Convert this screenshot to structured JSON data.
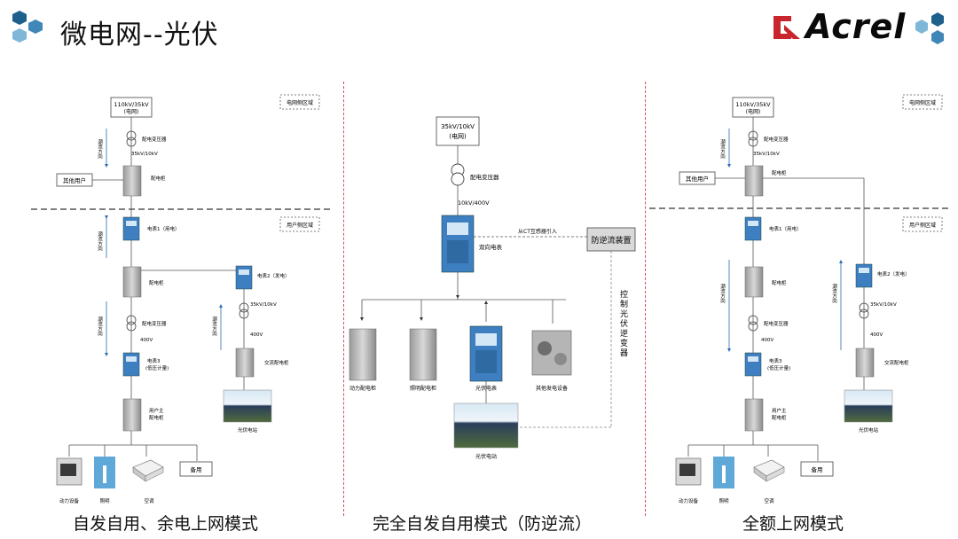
{
  "header": {
    "title": "微电网--光伏",
    "logo_text": "Acrel",
    "colors": {
      "hex_dark": "#1f5f8b",
      "hex_light": "#7fb7d9",
      "logo_red": "#c8262c"
    }
  },
  "panels": [
    {
      "mode_label": "自发自用、余电上网模式",
      "grid_voltage": "110kV/35kV",
      "grid_sub": "(电网)",
      "grid_zone": "电网侧区域",
      "user_zone": "用户侧区域",
      "transformer": "配电变压器",
      "v_35_10": "35kV/10kV",
      "cabinet": "配电柜",
      "other_user": "其他用户",
      "flow": "潮流方向",
      "meter1": "电表1（用电）",
      "meter2": "电表2（发电）",
      "v_400": "400V",
      "meter3": "电表3",
      "meter3_sub": "(低压计量)",
      "user_cabinet_1": "用户主",
      "user_cabinet_2": "配电柜",
      "ac_cabinet": "交流配电柜",
      "pv_station": "光伏电站",
      "device_power": "动力设备",
      "device_light": "照明",
      "device_ac": "空调",
      "device_spare": "备用"
    },
    {
      "mode_label": "完全自发自用模式（防逆流）",
      "grid_voltage": "35kV/10kV",
      "grid_sub": "(电网)",
      "transformer": "配电变压器",
      "v_10k_400": "10kV/400V",
      "bidir_meter": "双向电表",
      "ct_note": "从CT互感器引入",
      "anti_backflow": "防逆流装置",
      "control_note": "控制光伏逆变器",
      "device_power_cab": "动力配电柜",
      "device_light_cab": "照明配电柜",
      "pv_meter": "光伏电表",
      "gen_device": "其他发电设备",
      "pv_station": "光伏电站"
    },
    {
      "mode_label": "全额上网模式",
      "grid_voltage": "110kV/35kV",
      "grid_sub": "(电网)",
      "grid_zone": "电网侧区域",
      "user_zone": "用户侧区域",
      "transformer": "配电变压器",
      "v_35_10": "35kV/10kV",
      "cabinet": "配电柜",
      "other_user": "其他用户",
      "flow": "潮流方向",
      "meter1": "电表1（用电）",
      "meter2": "电表2（发电）",
      "v_400": "400V",
      "meter3": "电表3",
      "meter3_sub": "(低压计量)",
      "user_cabinet_1": "用户主",
      "user_cabinet_2": "配电柜",
      "ac_cabinet": "交流配电柜",
      "pv_station": "光伏电站",
      "device_power": "动力设备",
      "device_light": "照明",
      "device_ac": "空调",
      "device_spare": "备用"
    }
  ]
}
